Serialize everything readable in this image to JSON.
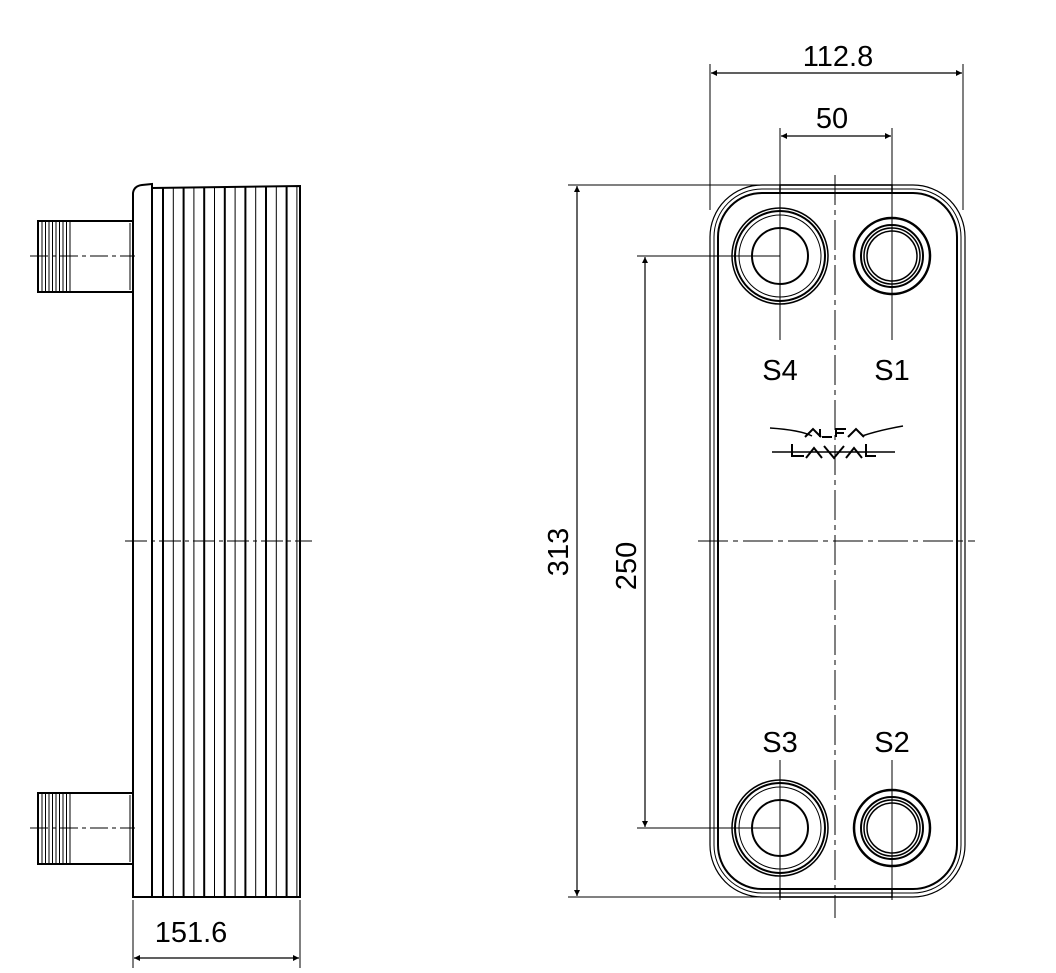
{
  "drawing": {
    "dimensions": {
      "depth": "151.6",
      "width": "112.8",
      "port_spacing_horizontal": "50",
      "height": "313",
      "port_spacing_vertical": "250"
    },
    "ports": {
      "s1": "S1",
      "s2": "S2",
      "s3": "S3",
      "s4": "S4"
    },
    "logo": "ALFA LAVAL",
    "colors": {
      "line": "#000000",
      "background": "#ffffff"
    }
  }
}
